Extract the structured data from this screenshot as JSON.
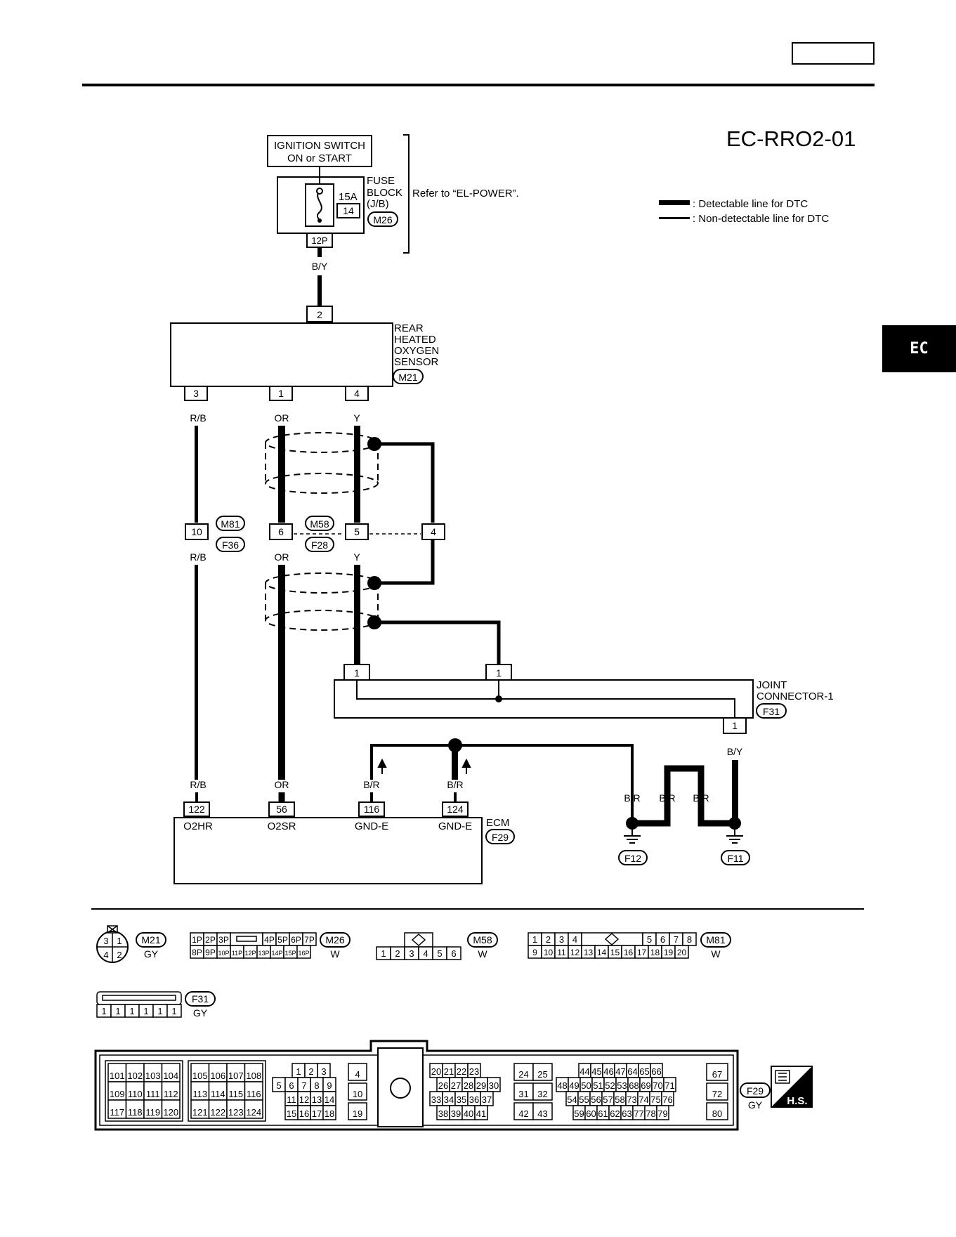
{
  "header": {
    "page_box": ""
  },
  "diagram": {
    "id": "EC-RRO2-01",
    "legend": {
      "detectable": ": Detectable line for DTC",
      "non_detectable": ": Non-detectable line for DTC"
    },
    "ignition_switch": {
      "line1": "IGNITION SWITCH",
      "line2": "ON or START"
    },
    "fuse_block": {
      "line1": "FUSE",
      "line2": "BLOCK",
      "line3": "(J/B)",
      "amp": "15A",
      "fuse_no": "14",
      "connector": "M26",
      "pin": "12P",
      "refer": "Refer to “EL-POWER”."
    },
    "sensor": {
      "line1": "REAR",
      "line2": "HEATED",
      "line3": "OXYGEN",
      "line4": "SENSOR",
      "connector": "M21",
      "top_pin": "2",
      "pins": [
        "3",
        "1",
        "4"
      ]
    },
    "wires": {
      "by": "B/Y",
      "rb": "R/B",
      "or": "OR",
      "y": "Y",
      "br": "B/R"
    },
    "mid_connectors": {
      "m81": "M81",
      "f36": "F36",
      "m58": "M58",
      "f28": "F28",
      "pin10": "10",
      "pin6": "6",
      "pin5": "5",
      "pin4": "4"
    },
    "joint": {
      "line1": "JOINT",
      "line2": "CONNECTOR-1",
      "connector": "F31",
      "pin": "1"
    },
    "ecm": {
      "name": "ECM",
      "connector": "F29",
      "terminals": [
        {
          "pin": "122",
          "label": "O2HR"
        },
        {
          "pin": "56",
          "label": "O2SR"
        },
        {
          "pin": "116",
          "label": "GND-E"
        },
        {
          "pin": "124",
          "label": "GND-E"
        }
      ]
    },
    "grounds": {
      "f12": "F12",
      "f11": "F11"
    }
  },
  "connector_views": {
    "m21": {
      "id": "M21",
      "color": "GY",
      "pins": [
        "3",
        "1",
        "4",
        "2"
      ]
    },
    "m26": {
      "id": "M26",
      "color": "W",
      "row1": [
        "1P",
        "2P",
        "3P",
        "4P",
        "5P",
        "6P",
        "7P"
      ],
      "row2": [
        "8P",
        "9P",
        "10P",
        "11P",
        "12P",
        "13P",
        "14P",
        "15P",
        "16P"
      ]
    },
    "m58": {
      "id": "M58",
      "color": "W",
      "row": [
        "1",
        "2",
        "3",
        "4",
        "5",
        "6"
      ]
    },
    "m81": {
      "id": "M81",
      "color": "W",
      "row1": [
        "1",
        "2",
        "3",
        "4",
        "5",
        "6",
        "7",
        "8"
      ],
      "row2": [
        "9",
        "10",
        "11",
        "12",
        "13",
        "14",
        "15",
        "16",
        "17",
        "18",
        "19",
        "20"
      ]
    },
    "f31": {
      "id": "F31",
      "color": "GY",
      "row": [
        "1",
        "1",
        "1",
        "1",
        "1",
        "1"
      ]
    },
    "f29": {
      "id": "F29",
      "color": "GY",
      "badge": "H.S.",
      "block_a": [
        [
          "101",
          "102",
          "103",
          "104"
        ],
        [
          "109",
          "110",
          "111",
          "112"
        ],
        [
          "117",
          "118",
          "119",
          "120"
        ]
      ],
      "block_b": [
        [
          "105",
          "106",
          "107",
          "108"
        ],
        [
          "113",
          "114",
          "115",
          "116"
        ],
        [
          "121",
          "122",
          "123",
          "124"
        ]
      ],
      "block_c": [
        [
          "1",
          "2",
          "3"
        ],
        [
          "5",
          "6",
          "7",
          "8",
          "9"
        ],
        [
          "11",
          "12",
          "13",
          "14"
        ],
        [
          "15",
          "16",
          "17",
          "18"
        ]
      ],
      "block_d": [
        "4",
        "10",
        "19"
      ],
      "block_e": [
        [
          "20",
          "21",
          "22",
          "23"
        ],
        [
          "26",
          "27",
          "28",
          "29",
          "30"
        ],
        [
          "33",
          "34",
          "35",
          "36",
          "37"
        ],
        [
          "38",
          "39",
          "40",
          "41"
        ]
      ],
      "block_f": [
        [
          "24",
          "25"
        ],
        [
          "31",
          "32"
        ],
        [
          "42",
          "43"
        ]
      ],
      "block_g": [
        [
          "44",
          "45",
          "46",
          "47",
          "64",
          "65",
          "66"
        ],
        [
          "48",
          "49",
          "50",
          "51",
          "52",
          "53",
          "68",
          "69",
          "70",
          "71"
        ],
        [
          "54",
          "55",
          "56",
          "57",
          "58",
          "73",
          "74",
          "75",
          "76"
        ],
        [
          "59",
          "60",
          "61",
          "62",
          "63",
          "77",
          "78",
          "79"
        ]
      ],
      "block_h": [
        "67",
        "72",
        "80"
      ]
    }
  },
  "side_tab": {
    "label": "EC"
  }
}
